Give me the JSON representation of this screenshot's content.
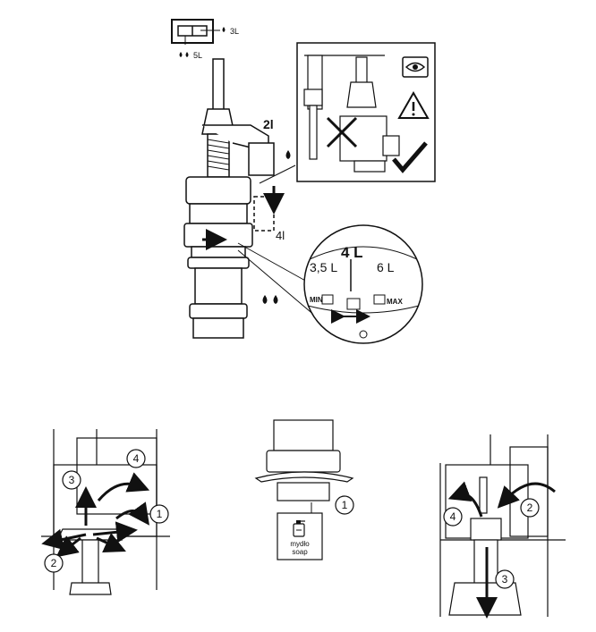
{
  "top": {
    "flush_small_label": "3L",
    "flush_large_label": "5L",
    "label_2l": "2l",
    "label_4l": "4l",
    "zoom": {
      "label_35": "3,5 L",
      "label_4": "4 L",
      "label_6": "6 L",
      "min": "MIN",
      "max": "MAX"
    }
  },
  "bottom_left": {
    "steps": [
      "1",
      "2",
      "3",
      "4"
    ]
  },
  "bottom_center": {
    "steps": [
      "1"
    ],
    "soap_pl": "mydło",
    "soap_en": "soap"
  },
  "bottom_right": {
    "steps": [
      "2",
      "3",
      "4"
    ]
  },
  "colors": {
    "ink": "#111111",
    "tick": "#111111"
  }
}
